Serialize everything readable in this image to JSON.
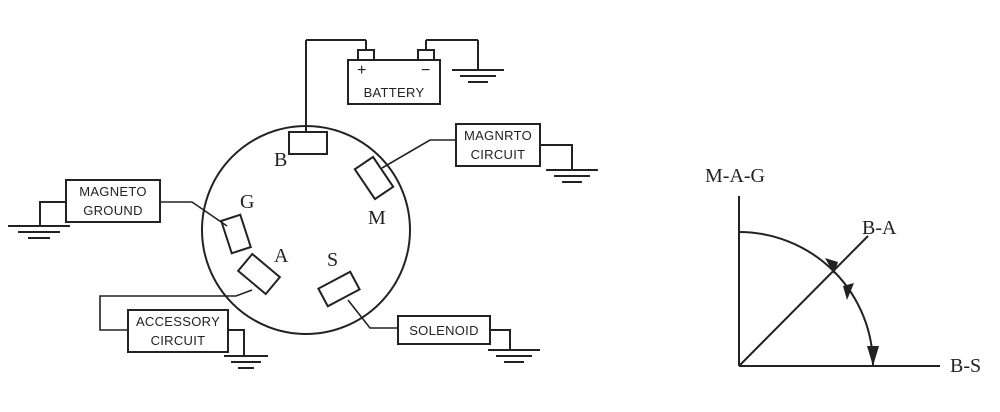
{
  "battery": {
    "label": "BATTERY",
    "plus": "+",
    "minus": "−"
  },
  "labels": {
    "magneto_circuit": [
      "MAGNRTO",
      "CIRCUIT"
    ],
    "magneto_ground": [
      "MAGNETO",
      "GROUND"
    ],
    "accessory_circuit": [
      "ACCESSORY",
      "CIRCUIT"
    ],
    "solenoid": "SOLENOID"
  },
  "terminals": {
    "b": "B",
    "m": "M",
    "g": "G",
    "a": "A",
    "s": "S"
  },
  "position_chart": {
    "vertical": "M-A-G",
    "diagonal": "B-A",
    "horizontal": "B-S"
  }
}
